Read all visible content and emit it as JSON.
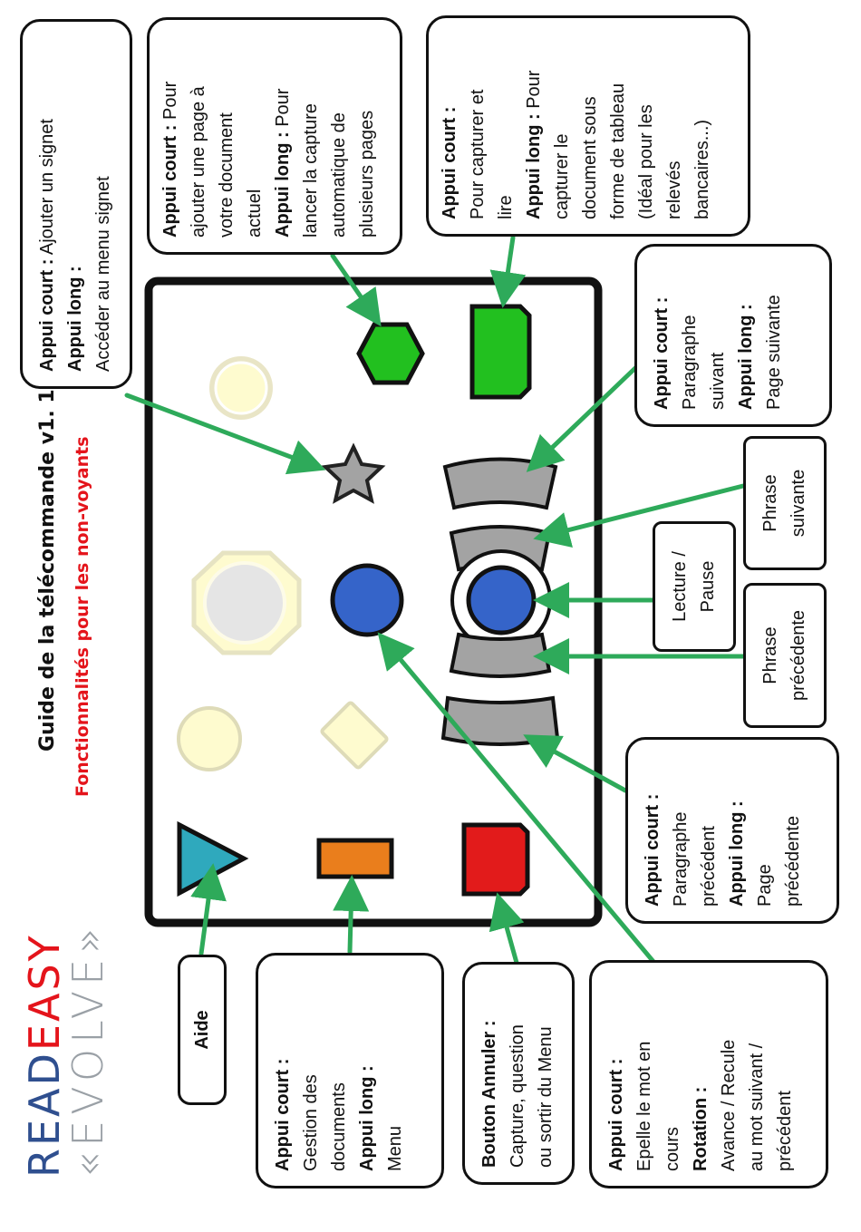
{
  "brand": {
    "top_a": "READ",
    "top_b": "EASY",
    "top_a_color": "#2f4f8f",
    "top_b_color": "#e4141b",
    "bottom": "«EVOLVE»"
  },
  "header": {
    "title": "Guide de la télécommande v1. 1",
    "subtitle": "Fonctionnalités pour les non-voyants",
    "subtitle_color": "#e4141b"
  },
  "callouts": {
    "aide": "Aide",
    "documents": {
      "l1": "Appui court :",
      "l2": "Gestion des",
      "l3": "documents",
      "l4": "Appui long :",
      "l5": "Menu"
    },
    "annuler": {
      "l1": "Bouton Annuler :",
      "l2": "Capture, question",
      "l3": "ou sortir du Menu"
    },
    "mot": {
      "l1": "Appui court :",
      "l2": "Epelle le mot en",
      "l3": "cours",
      "l4": "Rotation :",
      "l5": "Avance / Recule",
      "l6": "au mot suivant /",
      "l7": "précédent"
    },
    "signet": {
      "l1_bold": "Appui court :",
      "l1_rest": " Ajouter un signet",
      "l2": "Appui long :",
      "l3": "Accéder au menu signet"
    },
    "ajout_page": {
      "l1_bold": "Appui court :",
      "l1_rest": " Pour",
      "l2": "ajouter une page à",
      "l3": "votre document",
      "l4": "actuel",
      "l5_bold": "Appui long :",
      "l5_rest": " Pour",
      "l6": "lancer la capture",
      "l7": "automatique de",
      "l8": "plusieurs pages"
    },
    "capture": {
      "l1": "Appui court :",
      "l2": "Pour capturer et",
      "l3": "lire",
      "l4_bold": "Appui long :",
      "l4_rest": " Pour",
      "l5": "capturer le",
      "l6": "document sous",
      "l7": "forme de tableau",
      "l8": "(Idéal pour les",
      "l9": "relevés",
      "l10": "bancaires...)"
    },
    "para_suivant": {
      "l1": "Appui court :",
      "l2": "Paragraphe",
      "l3": "suivant",
      "l4": "Appui long :",
      "l5": "Page suivante"
    },
    "phrase_suivante": {
      "l1": "Phrase",
      "l2": "suivante"
    },
    "lecture": {
      "l1": "Lecture /",
      "l2": "Pause"
    },
    "phrase_precedente": {
      "l1": "Phrase",
      "l2": "précédente"
    },
    "para_precedent": {
      "l1": "Appui court :",
      "l2": "Paragraphe",
      "l3": "précédent",
      "l4": "Appui long :",
      "l5": "Page",
      "l6": "précédente"
    }
  },
  "colors": {
    "arrow": "#2eaa5a",
    "help_triangle": "#2fa9bd",
    "document_button": "#ea7e1c",
    "cancel_button": "#e21b1b",
    "blue_button": "#3564c9",
    "green_button": "#22c01f",
    "grey_button": "#a3a3a3",
    "disabled_fill": "#fefbcf",
    "disabled_border": "#dedbb8"
  }
}
